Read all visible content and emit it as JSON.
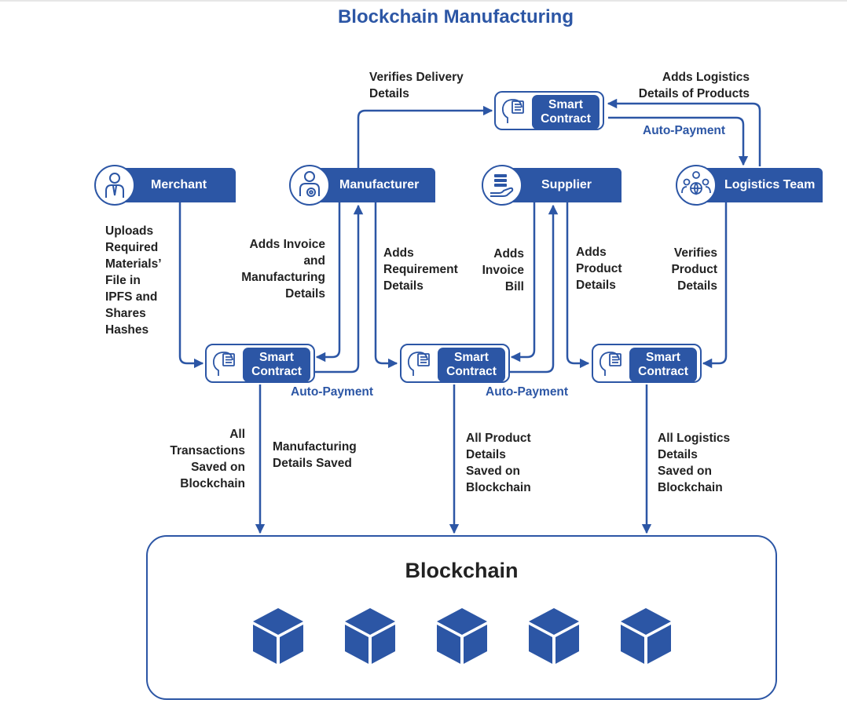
{
  "title": "Blockchain Manufacturing",
  "colors": {
    "accent": "#2c56a5",
    "text": "#222222",
    "background": "#ffffff"
  },
  "actors": {
    "merchant": {
      "label": "Merchant",
      "icon": "merchant-person-icon"
    },
    "manufacturer": {
      "label": "Manufacturer",
      "icon": "manufacturer-gear-person-icon"
    },
    "supplier": {
      "label": "Supplier",
      "icon": "supplier-hand-stack-icon"
    },
    "logistics": {
      "label": "Logistics Team",
      "icon": "logistics-team-globe-icon"
    }
  },
  "smart_contracts": {
    "top": "Smart\nContract",
    "left": "Smart\nContract",
    "middle": "Smart\nContract",
    "right": "Smart\nContract"
  },
  "labels": {
    "verifies_delivery": "Verifies Delivery\nDetails",
    "adds_logistics": "Adds Logistics\nDetails of Products",
    "auto_payment_top": "Auto-Payment",
    "uploads": "Uploads\nRequired\nMaterials’\nFile in\nIPFS and\nShares\nHashes",
    "adds_invoice_mfg": "Adds Invoice\nand\nManufacturing\nDetails",
    "adds_requirement": "Adds\nRequirement\nDetails",
    "adds_invoice_bill": "Adds\nInvoice\nBill",
    "adds_product": "Adds\nProduct\nDetails",
    "verifies_product": "Verifies\nProduct\nDetails",
    "auto_payment_left": "Auto-Payment",
    "auto_payment_middle": "Auto-Payment",
    "all_transactions": "All\nTransactions\nSaved on\nBlockchain",
    "manufacturing_saved": "Manufacturing\nDetails Saved",
    "all_product": "All Product\nDetails\nSaved on\nBlockchain",
    "all_logistics": "All Logistics\nDetails\nSaved on\nBlockchain"
  },
  "blockchain": {
    "title": "Blockchain",
    "block_icon": "cube-icon",
    "block_count": 5
  }
}
